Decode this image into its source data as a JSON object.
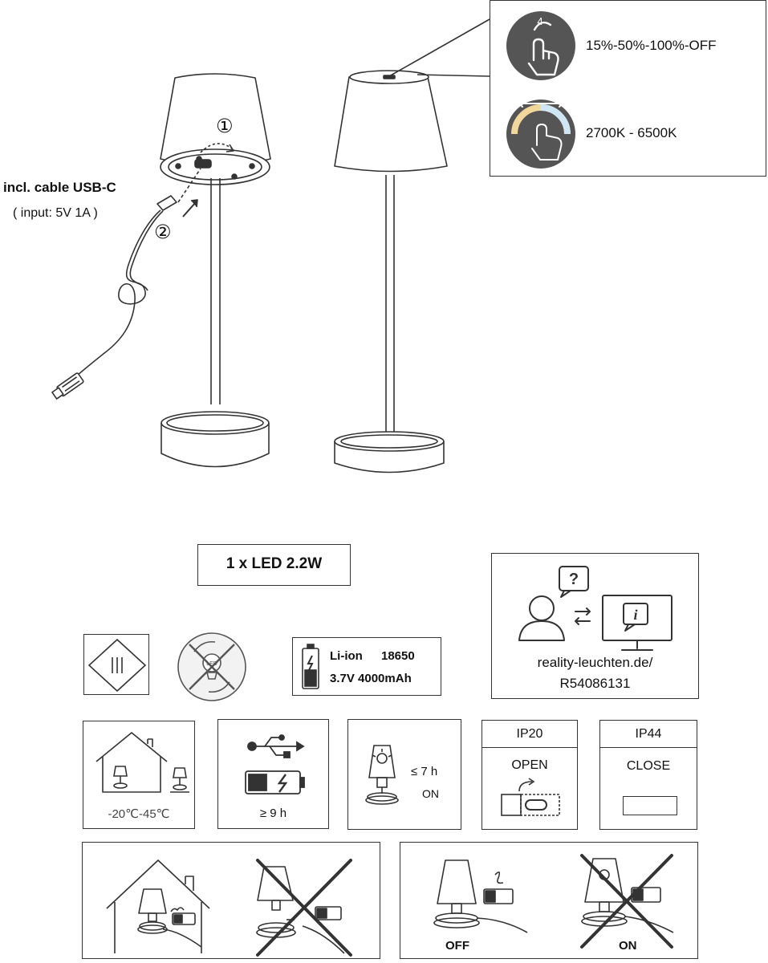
{
  "cable": {
    "title": "incl. cable USB-C",
    "input": "( input: 5V 1A )",
    "step1": "①",
    "step2": "②"
  },
  "controls": {
    "touch_count": "4",
    "dimming": "15%-50%-100%-OFF",
    "color_temp": "2700K - 6500K"
  },
  "led": {
    "label": "1 x LED 2.2W"
  },
  "battery": {
    "type": "Li-ion",
    "size": "18650",
    "spec": "3.7V 4000mAh"
  },
  "website": {
    "url": "reality-leuchten.de/",
    "code": "R54086131"
  },
  "temperature": {
    "range": "-20℃-45℃"
  },
  "charging": {
    "time": "≥ 9 h"
  },
  "runtime": {
    "time": "≤ 7 h",
    "state": "ON"
  },
  "ip20": {
    "rating": "IP20",
    "state": "OPEN"
  },
  "ip44": {
    "rating": "IP44",
    "state": "CLOSE"
  },
  "switch_states": {
    "off": "OFF",
    "on": "ON"
  }
}
